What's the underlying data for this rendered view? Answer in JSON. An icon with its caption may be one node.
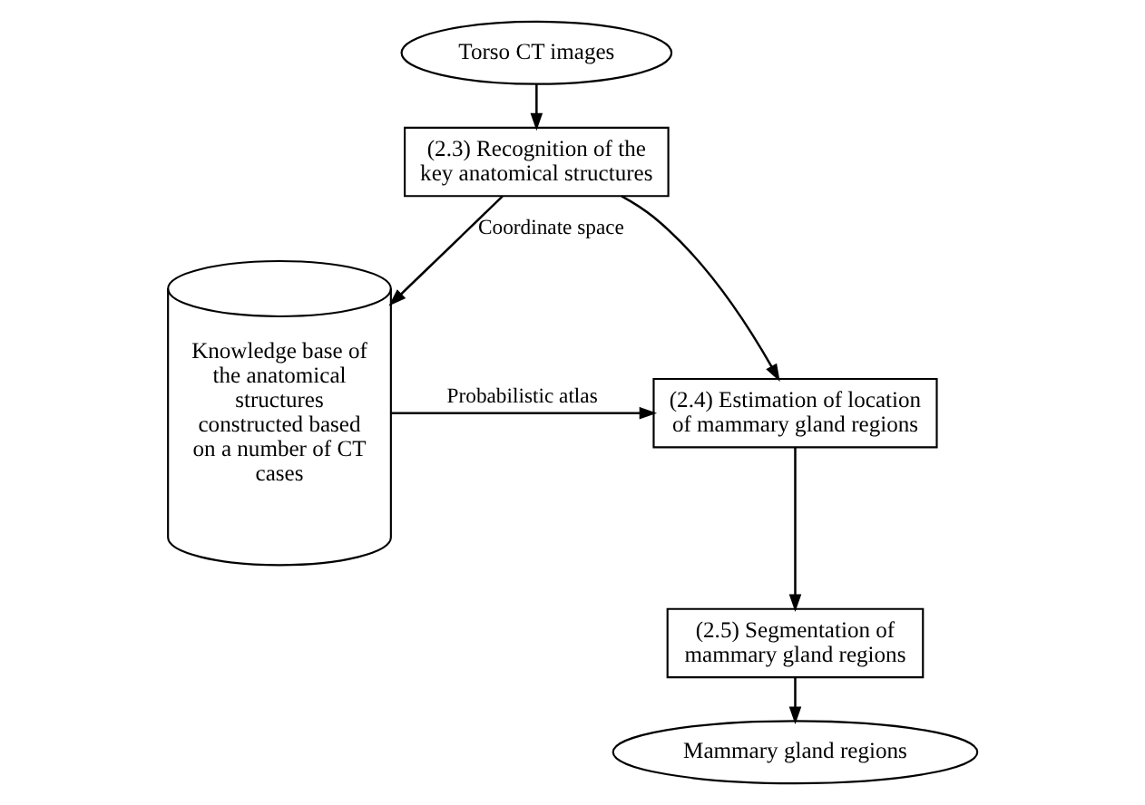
{
  "diagram": {
    "nodes": [
      {
        "text": [
          "Torso CT images"
        ]
      },
      {
        "text": [
          "(2.3) Recognition of the key anatomical structures"
        ]
      },
      {
        "text": [
          "(2.4) Estimation of location of mammary gland regions"
        ]
      },
      {
        "text": [
          "(2.5) Segmentation of mammary gland regions"
        ]
      },
      {
        "text": [
          "Mammary gland regions"
        ]
      },
      {
        "text": [
          "Knowledge base of the anatomical structures constructed based on a number of CT cases"
        ]
      }
    ],
    "edges": [
      {
        "from": 0,
        "to": 1,
        "arrow": "to"
      },
      {
        "from": 1,
        "to": 2,
        "arrow": "to"
      },
      {
        "from": 2,
        "to": 3,
        "arrow": "to"
      },
      {
        "from": 3,
        "to": 4,
        "arrow": "to"
      },
      {
        "from": 1,
        "to": 5,
        "arrow": "to",
        "label": "Coordinate space"
      },
      {
        "from": 5,
        "to": 2,
        "arrow": "to",
        "label": "Probabilistic atlas"
      }
    ]
  }
}
